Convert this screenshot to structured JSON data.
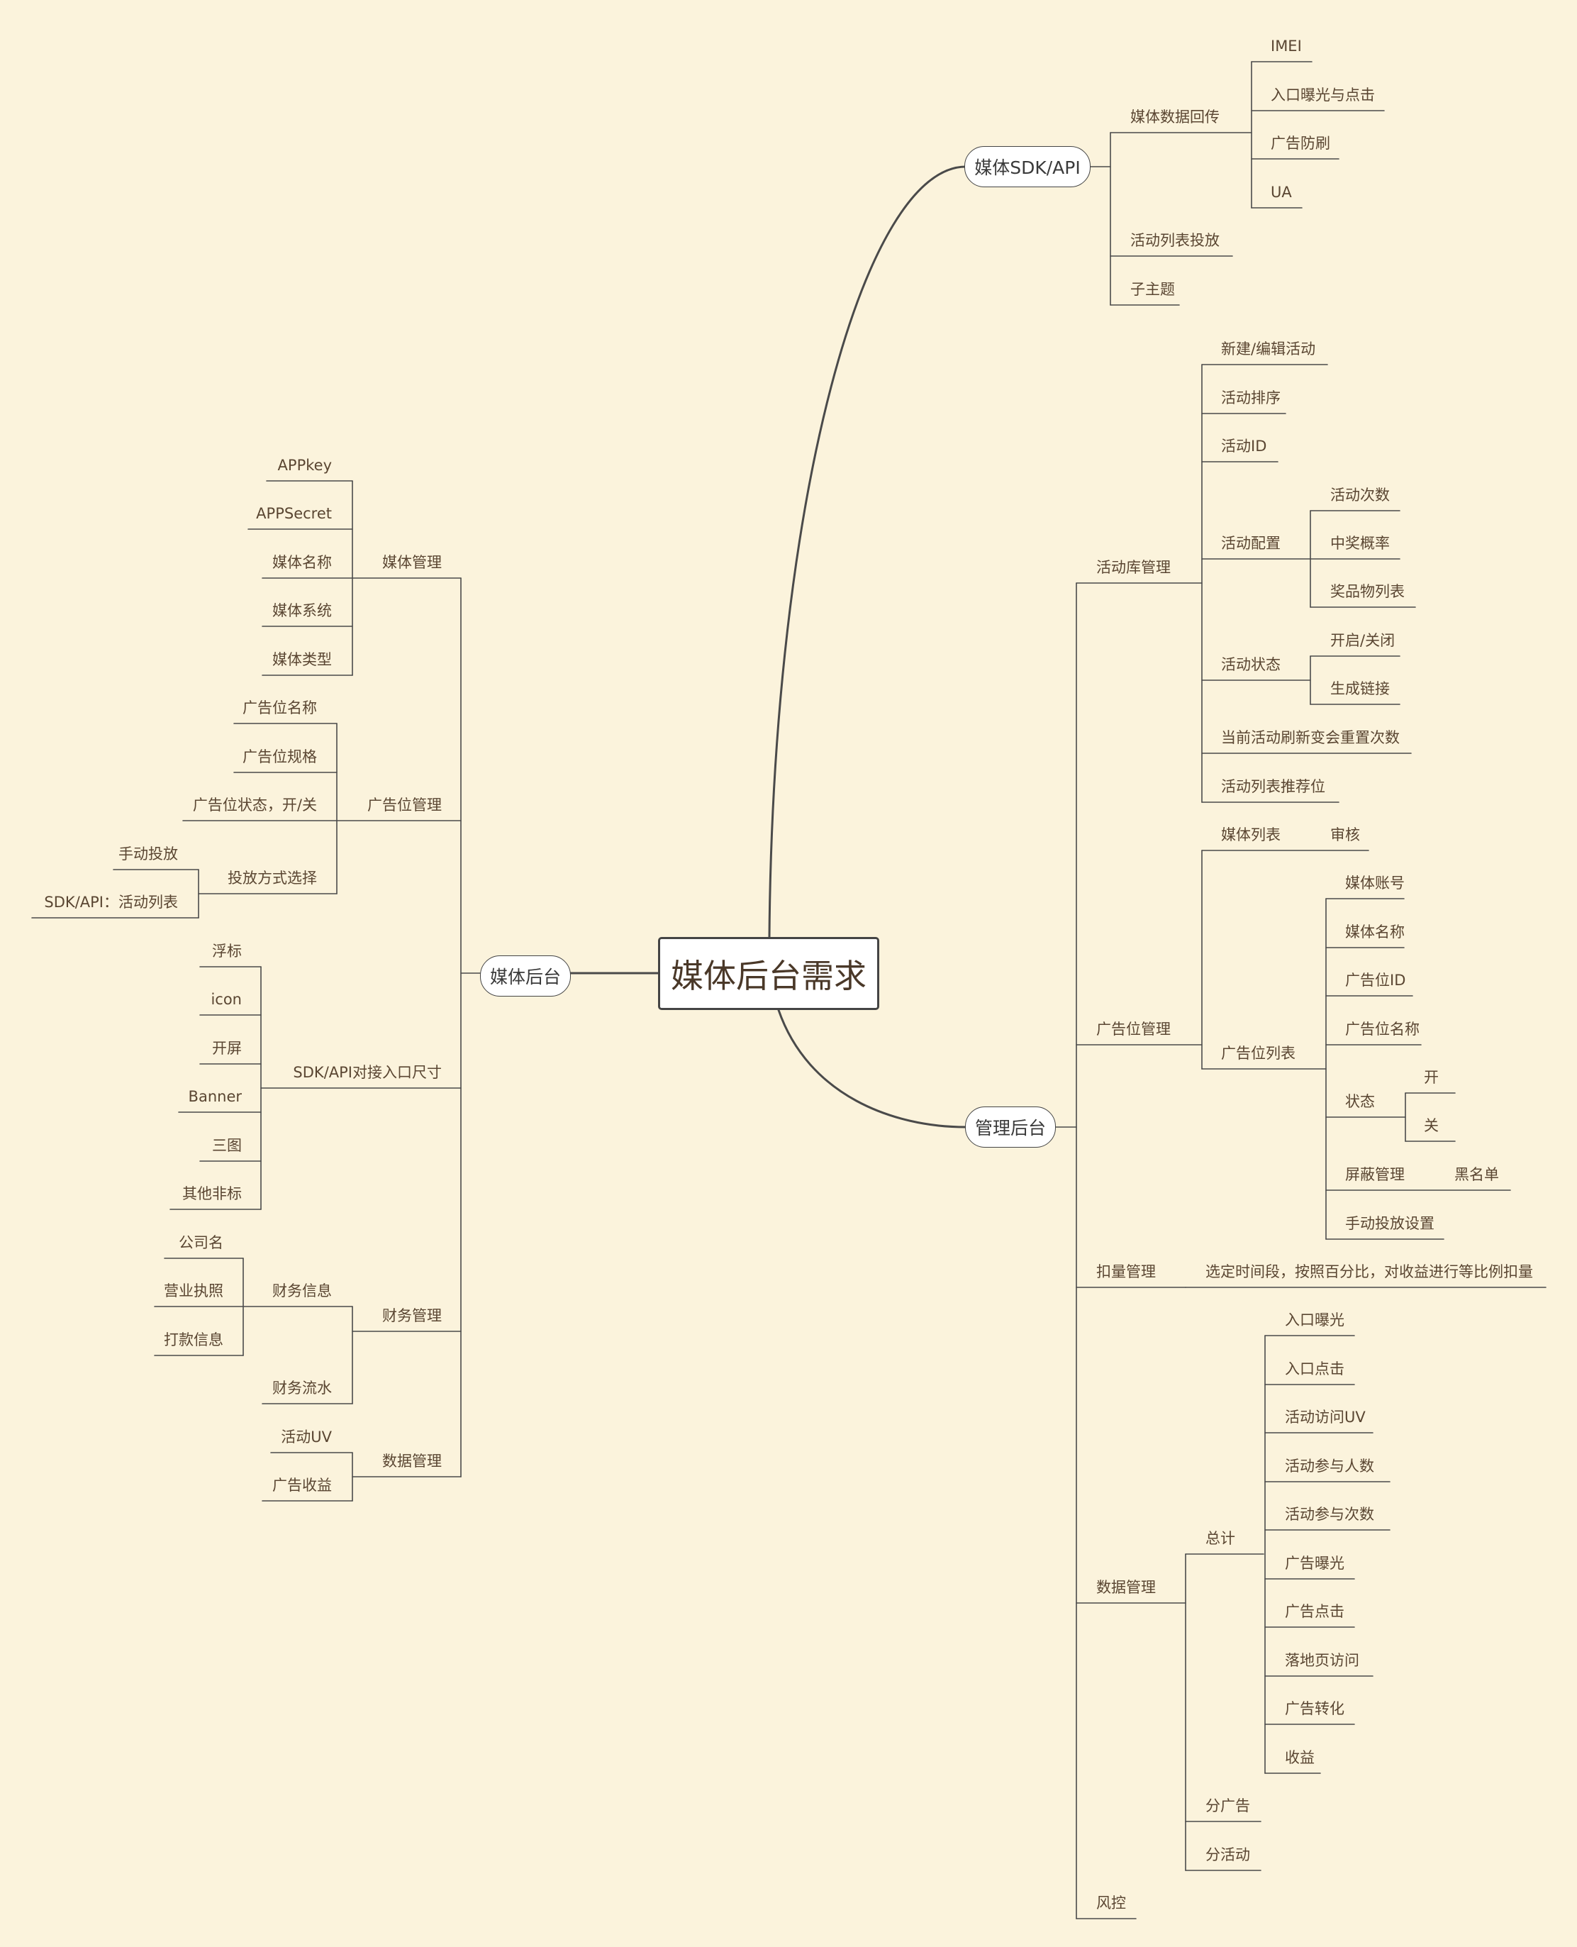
{
  "root": "媒体后台需求",
  "branches": {
    "sdk": "媒体SDK/API",
    "admin": "管理后台",
    "media": "媒体后台"
  },
  "sdk": {
    "data_return": "媒体数据回传",
    "imei": "IMEI",
    "entry": "入口曝光与点击",
    "antifraud": "广告防刷",
    "ua": "UA",
    "list": "活动列表投放",
    "sub": "子主题"
  },
  "admin": {
    "lib": "活动库管理",
    "lib_items": {
      "new": "新建/编辑活动",
      "sort": "活动排序",
      "id": "活动ID",
      "config": "活动配置",
      "times": "活动次数",
      "prob": "中奖概率",
      "prize": "奖品物列表",
      "state": "活动状态",
      "onoff": "开启/关闭",
      "link": "生成链接",
      "reset": "当前活动刷新变会重置次数",
      "rec": "活动列表推荐位"
    },
    "ad": "广告位管理",
    "ad_items": {
      "media_list": "媒体列表",
      "audit": "审核",
      "ad_list": "广告位列表",
      "account": "媒体账号",
      "media_name": "媒体名称",
      "ad_id": "广告位ID",
      "ad_name": "广告位名称",
      "status": "状态",
      "on": "开",
      "off": "关",
      "shield": "屏蔽管理",
      "blacklist": "黑名单",
      "manual": "手动投放设置"
    },
    "deduct": "扣量管理",
    "deduct_desc": "选定时间段，按照百分比，对收益进行等比例扣量",
    "data": "数据管理",
    "data_items": {
      "total": "总计",
      "m1": "入口曝光",
      "m2": "入口点击",
      "m3": "活动访问UV",
      "m4": "活动参与人数",
      "m5": "活动参与次数",
      "m6": "广告曝光",
      "m7": "广告点击",
      "m8": "落地页访问",
      "m9": "广告转化",
      "m10": "收益",
      "by_ad": "分广告",
      "by_act": "分活动"
    },
    "risk": "风控"
  },
  "media": {
    "mm": "媒体管理",
    "mm_items": {
      "appkey": "APPkey",
      "appsecret": "APPSecret",
      "name": "媒体名称",
      "sys": "媒体系统",
      "type": "媒体类型"
    },
    "ap": "广告位管理",
    "ap_items": {
      "name": "广告位名称",
      "spec": "广告位规格",
      "state": "广告位状态，开/关",
      "mode": "投放方式选择",
      "manual": "手动投放",
      "sdk": "SDK/API：活动列表"
    },
    "size": "SDK/API对接入口尺寸",
    "size_items": {
      "float": "浮标",
      "icon": "icon",
      "splash": "开屏",
      "banner": "Banner",
      "three": "三图",
      "other": "其他非标"
    },
    "fin": "财务管理",
    "fin_items": {
      "info": "财务信息",
      "company": "公司名",
      "license": "营业执照",
      "pay": "打款信息",
      "flow": "财务流水"
    },
    "dm": "数据管理",
    "dm_items": {
      "uv": "活动UV",
      "income": "广告收益"
    }
  }
}
